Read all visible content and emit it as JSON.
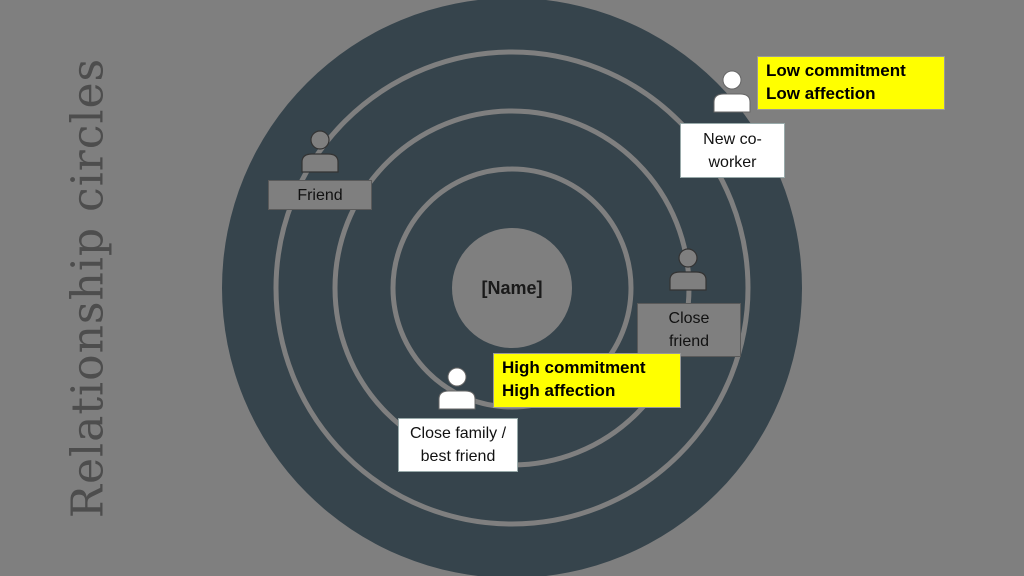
{
  "title": "Relationship circles",
  "center_label": "[Name]",
  "people": [
    {
      "label": "Friend",
      "style": "gray"
    },
    {
      "label": "New co-worker",
      "style": "white"
    },
    {
      "label": "Close friend",
      "style": "gray"
    },
    {
      "label": "Close family / best friend",
      "style": "white"
    }
  ],
  "notes": {
    "outer": {
      "line1": "Low commitment",
      "line2": "Low affection"
    },
    "inner": {
      "line1": "High commitment",
      "line2": "High affection"
    }
  },
  "colors": {
    "background": "#7f7f7f",
    "disk": "#36444c",
    "ring": "#7f7f7f",
    "highlight": "#ffff00"
  }
}
